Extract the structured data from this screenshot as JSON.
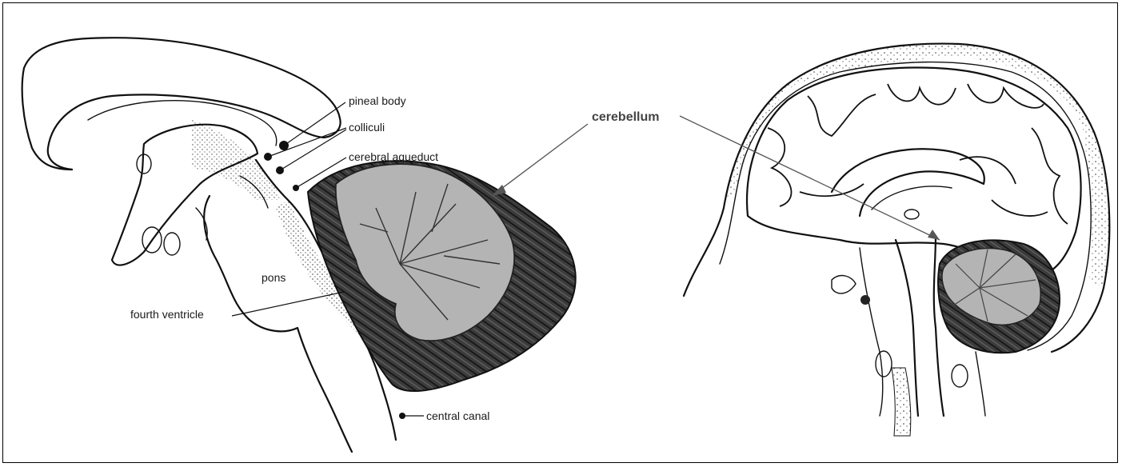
{
  "labels": {
    "pineal_body": "pineal body",
    "colliculi": "colliculi",
    "cerebral_aqueduct": "cerebral aqueduct",
    "cerebellum": "cerebellum",
    "pons": "pons",
    "fourth_ventricle": "fourth ventricle",
    "central_canal": "central canal"
  },
  "colors": {
    "cerebellum_dark": "#3c3c3c",
    "cerebellum_light": "#b4b4b4",
    "line": "#111111",
    "leader_grey": "#555555"
  }
}
